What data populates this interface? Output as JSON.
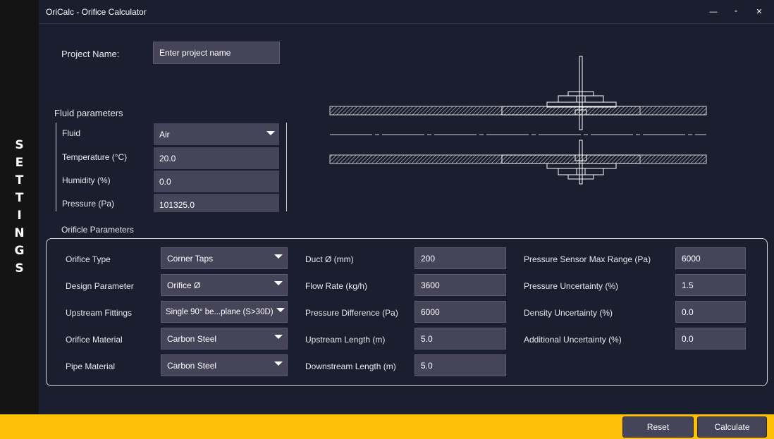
{
  "window": {
    "title": "OriCalc - Orifice Calculator",
    "minimize": "—",
    "maximize": "▫",
    "close": "✕"
  },
  "sidebar": {
    "letters": [
      "S",
      "E",
      "T",
      "T",
      "I",
      "N",
      "G",
      "S"
    ]
  },
  "project": {
    "label": "Project Name:",
    "placeholder": "Enter project name"
  },
  "fluid": {
    "heading": "Fluid parameters",
    "fluid_label": "Fluid",
    "fluid_value": "Air",
    "temperature_label": "Temperature (°C)",
    "temperature_value": "20.0",
    "humidity_label": "Humidity (%)",
    "humidity_value": "0.0",
    "pressure_label": "Pressure (Pa)",
    "pressure_value": "101325.0"
  },
  "orifice": {
    "heading": "Orificle Parameters",
    "col1": [
      {
        "label": "Orifice Type",
        "value": "Corner Taps"
      },
      {
        "label": "Design Parameter",
        "value": "Orifice Ø"
      },
      {
        "label": "Upstream Fittings",
        "value": "Single 90° be...plane (S>30D)"
      },
      {
        "label": "Orifice Material",
        "value": "Carbon Steel"
      },
      {
        "label": "Pipe Material",
        "value": "Carbon Steel"
      }
    ],
    "col2": [
      {
        "label": "Duct Ø (mm)",
        "value": "200"
      },
      {
        "label": "Flow Rate (kg/h)",
        "value": "3600"
      },
      {
        "label": "Pressure Difference (Pa)",
        "value": "6000"
      },
      {
        "label": "Upstream Length (m)",
        "value": "5.0"
      },
      {
        "label": "Downstream Length (m)",
        "value": "5.0"
      }
    ],
    "col3": [
      {
        "label": "Pressure Sensor Max Range (Pa)",
        "value": "6000"
      },
      {
        "label": "Pressure Uncertainty (%)",
        "value": "1.5"
      },
      {
        "label": "Density Uncertainty (%)",
        "value": "0.0"
      },
      {
        "label": "Additional Uncertainty (%)",
        "value": "0.0"
      }
    ]
  },
  "actions": {
    "reset": "Reset",
    "calculate": "Calculate"
  }
}
